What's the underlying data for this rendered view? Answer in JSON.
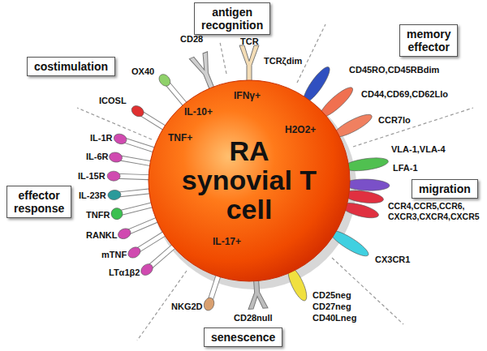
{
  "diagram": {
    "nodes": [
      {
        "text": [
          "antigen recognition"
        ]
      },
      {
        "text": [
          "memory effector"
        ]
      },
      {
        "text": [
          "migration"
        ]
      },
      {
        "text": [
          "senescence"
        ]
      },
      {
        "text": [
          "effector response"
        ]
      },
      {
        "text": [
          "costimulation"
        ]
      },
      {
        "text": [
          "RA synovial T cell"
        ]
      }
    ],
    "labels": [
      "TCR",
      "TCRζdim",
      "CD45RO,CD45RBdim",
      "CD44,CD69,CD62Llo",
      "CCR7lo",
      "VLA-1,VLA-4",
      "LFA-1",
      "CCR4,CCR5,CCR6, CXCR3,CXCR4,CXCR5",
      "CX3CR1",
      "CD25neg",
      "CD27neg",
      "CD40Lneg",
      "CD28null",
      "NKG2D",
      "LTα1β2",
      "mTNF",
      "RANKL",
      "TNFR",
      "IL-23R",
      "IL-15R",
      "IL-6R",
      "IL-1R",
      "ICOSL",
      "OX40",
      "CD28",
      "IFNγ+",
      "H2O2+",
      "IL-17+",
      "TNF+",
      "IL-10+"
    ]
  }
}
